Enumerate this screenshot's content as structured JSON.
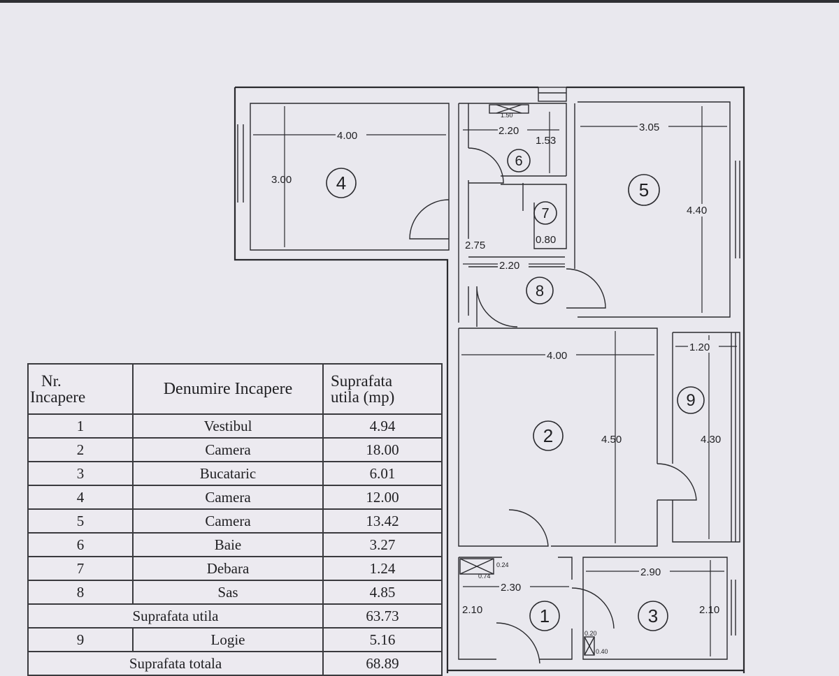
{
  "plan": {
    "dimensions": {
      "room4_width": "4.00",
      "room4_height": "3.00",
      "room6_width": "2.20",
      "room6_depth": "1.53",
      "room6_fixture": "1.50",
      "room5_width": "3.05",
      "room5_height": "4.40",
      "room7_area": "0.80",
      "sas_height": "2.75",
      "sas_width": "2.20",
      "room2_width": "4.00",
      "room2_height": "4.50",
      "room9_width": "1.20",
      "room9_height": "4.30",
      "room1_width": "2.30",
      "room1_height": "2.10",
      "room1_fixture_a": "0.24",
      "room1_fixture_b": "0.74",
      "room3_width": "2.90",
      "room3_height": "2.10",
      "room3_fixture_a": "0.20",
      "room3_fixture_b": "0.40"
    },
    "room_numbers": [
      "1",
      "2",
      "3",
      "4",
      "5",
      "6",
      "7",
      "8",
      "9"
    ]
  },
  "table": {
    "headers": {
      "nr": [
        "Nr.",
        "Incapere"
      ],
      "name": "Denumire Incapere",
      "area": [
        "Suprafata",
        "utila (mp)"
      ]
    },
    "rows": [
      {
        "nr": "1",
        "name": "Vestibul",
        "area": "4.94"
      },
      {
        "nr": "2",
        "name": "Camera",
        "area": "18.00"
      },
      {
        "nr": "3",
        "name": "Bucataric",
        "area": "6.01"
      },
      {
        "nr": "4",
        "name": "Camera",
        "area": "12.00"
      },
      {
        "nr": "5",
        "name": "Camera",
        "area": "13.42"
      },
      {
        "nr": "6",
        "name": "Baie",
        "area": "3.27"
      },
      {
        "nr": "7",
        "name": "Debara",
        "area": "1.24"
      },
      {
        "nr": "8",
        "name": "Sas",
        "area": "4.85"
      }
    ],
    "subtotal": {
      "label": "Suprafata utila",
      "value": "63.73"
    },
    "extra_row": {
      "nr": "9",
      "name": "Logie",
      "area": "5.16"
    },
    "total": {
      "label": "Suprafata totala",
      "value": "68.89"
    }
  }
}
